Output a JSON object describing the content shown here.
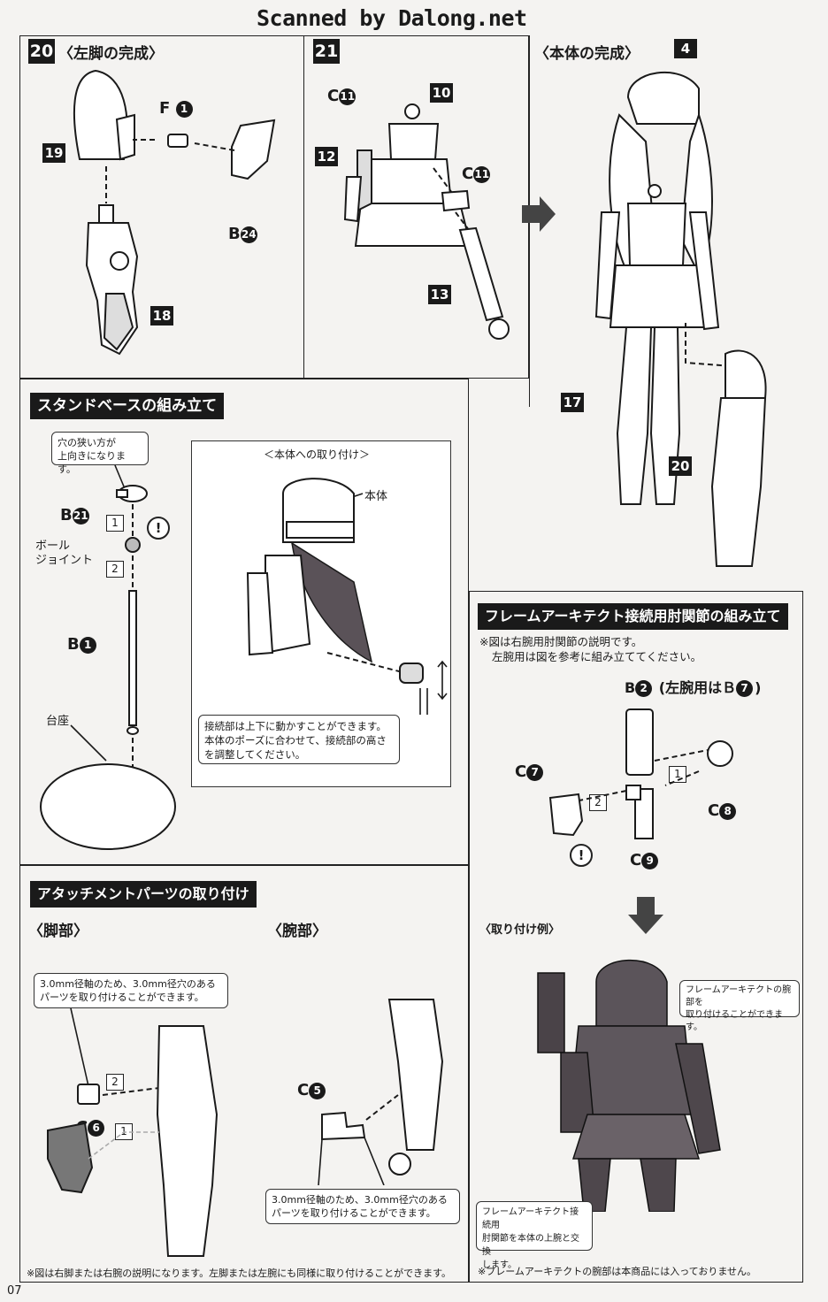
{
  "watermark": "Scanned by Dalong.net",
  "page_number": "07",
  "step20": {
    "num": "20",
    "title": "〈左脚の完成〉",
    "parts": [
      "19",
      "18"
    ],
    "runners": [
      {
        "letter": "F",
        "num": "1"
      },
      {
        "letter": "B",
        "num": "24"
      }
    ]
  },
  "step21": {
    "num": "21",
    "parts": [
      "10",
      "12",
      "13"
    ],
    "runners": [
      {
        "letter": "C",
        "num": "11"
      },
      {
        "letter": "C",
        "num": "11"
      }
    ]
  },
  "body_complete": {
    "title": "〈本体の完成〉",
    "parts": [
      "4",
      "17",
      "20"
    ]
  },
  "stand": {
    "heading": "スタンドベースの組み立て",
    "callout": "穴の狭い方が\n上向きになります。",
    "runners": [
      {
        "letter": "B",
        "num": "21"
      },
      {
        "letter": "B",
        "num": "1"
      }
    ],
    "ball_joint": "ボール\nジョイント",
    "base": "台座",
    "steps": [
      "1",
      "2"
    ],
    "attach_title": "＜本体への取り付け＞",
    "honntai": "本体",
    "note": "接続部は上下に動かすことができます。\n本体のポーズに合わせて、接続部の高さ\nを調整してください。"
  },
  "frame_elbow": {
    "heading": "フレームアーキテクト接続用肘関節の組み立て",
    "note1": "※図は右腕用肘関節の説明です。",
    "note2": "左腕用は図を参考に組み立ててください。",
    "runner_b2": {
      "letter": "B",
      "num": "2"
    },
    "runner_b2_paren": "(左腕用はＢ",
    "runner_b2_paren_num": "7",
    "runner_b2_paren_close": ")",
    "runners": [
      {
        "letter": "C",
        "num": "7"
      },
      {
        "letter": "C",
        "num": "8"
      },
      {
        "letter": "C",
        "num": "9"
      }
    ],
    "steps": [
      "1",
      "2"
    ],
    "example_title": "〈取り付け例〉",
    "callout_arm": "フレームアーキテクトの腕部を\n取り付けることができます。",
    "callout_elbow": "フレームアーキテクト接続用\n肘関節を本体の上腕と交換\nします。",
    "footnote": "※フレームアーキテクトの腕部は本商品には入っておりません。"
  },
  "attach": {
    "heading": "アタッチメントパーツの取り付け",
    "leg_title": "〈脚部〉",
    "arm_title": "〈腕部〉",
    "leg_note": "3.0mm径軸のため、3.0mm径穴のある\nパーツを取り付けることができます。",
    "arm_note": "3.0mm径軸のため、3.0mm径穴のある\nパーツを取り付けることができます。",
    "runners": [
      {
        "letter": "C",
        "num": "6"
      },
      {
        "letter": "C",
        "num": "5"
      }
    ],
    "steps": [
      "2",
      "1"
    ],
    "footnote": "※図は右脚または右腕の説明になります。左脚または左腕にも同様に取り付けることができます。"
  }
}
